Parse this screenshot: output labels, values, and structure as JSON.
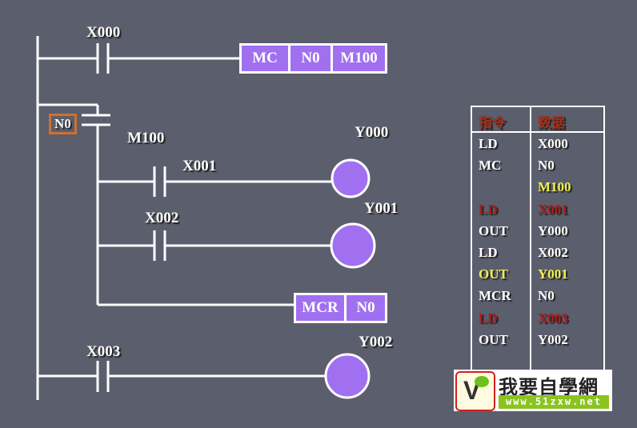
{
  "ladder": {
    "contacts": [
      "X000",
      "M100",
      "X001",
      "X002",
      "X003"
    ],
    "coils": [
      "Y000",
      "Y001",
      "Y002"
    ],
    "nest_label": "N0",
    "mc_box": [
      "MC",
      "N0",
      "M100"
    ],
    "mcr_box": [
      "MCR",
      "N0"
    ]
  },
  "table": {
    "headers": [
      "指令",
      "数据"
    ],
    "rows": [
      {
        "cmd": "LD",
        "data": "X000"
      },
      {
        "cmd": "MC",
        "data": "N0"
      },
      {
        "cmd": "",
        "data": "M100"
      },
      {
        "cmd": "LD",
        "data": "X001"
      },
      {
        "cmd": "OUT",
        "data": "Y000"
      },
      {
        "cmd": "LD",
        "data": "X002"
      },
      {
        "cmd": "OUT",
        "data": "Y001"
      },
      {
        "cmd": "MCR",
        "data": "N0"
      },
      {
        "cmd": "LD",
        "data": "X003"
      },
      {
        "cmd": "OUT",
        "data": "Y002"
      }
    ]
  },
  "logo": {
    "title": "我要自學網",
    "url": "www.51zxw.net"
  },
  "colors": {
    "coil": "#a070f0",
    "red": "#b01818",
    "yellow": "#f0f050",
    "header": "#a0301a",
    "nest": "#d07030"
  }
}
